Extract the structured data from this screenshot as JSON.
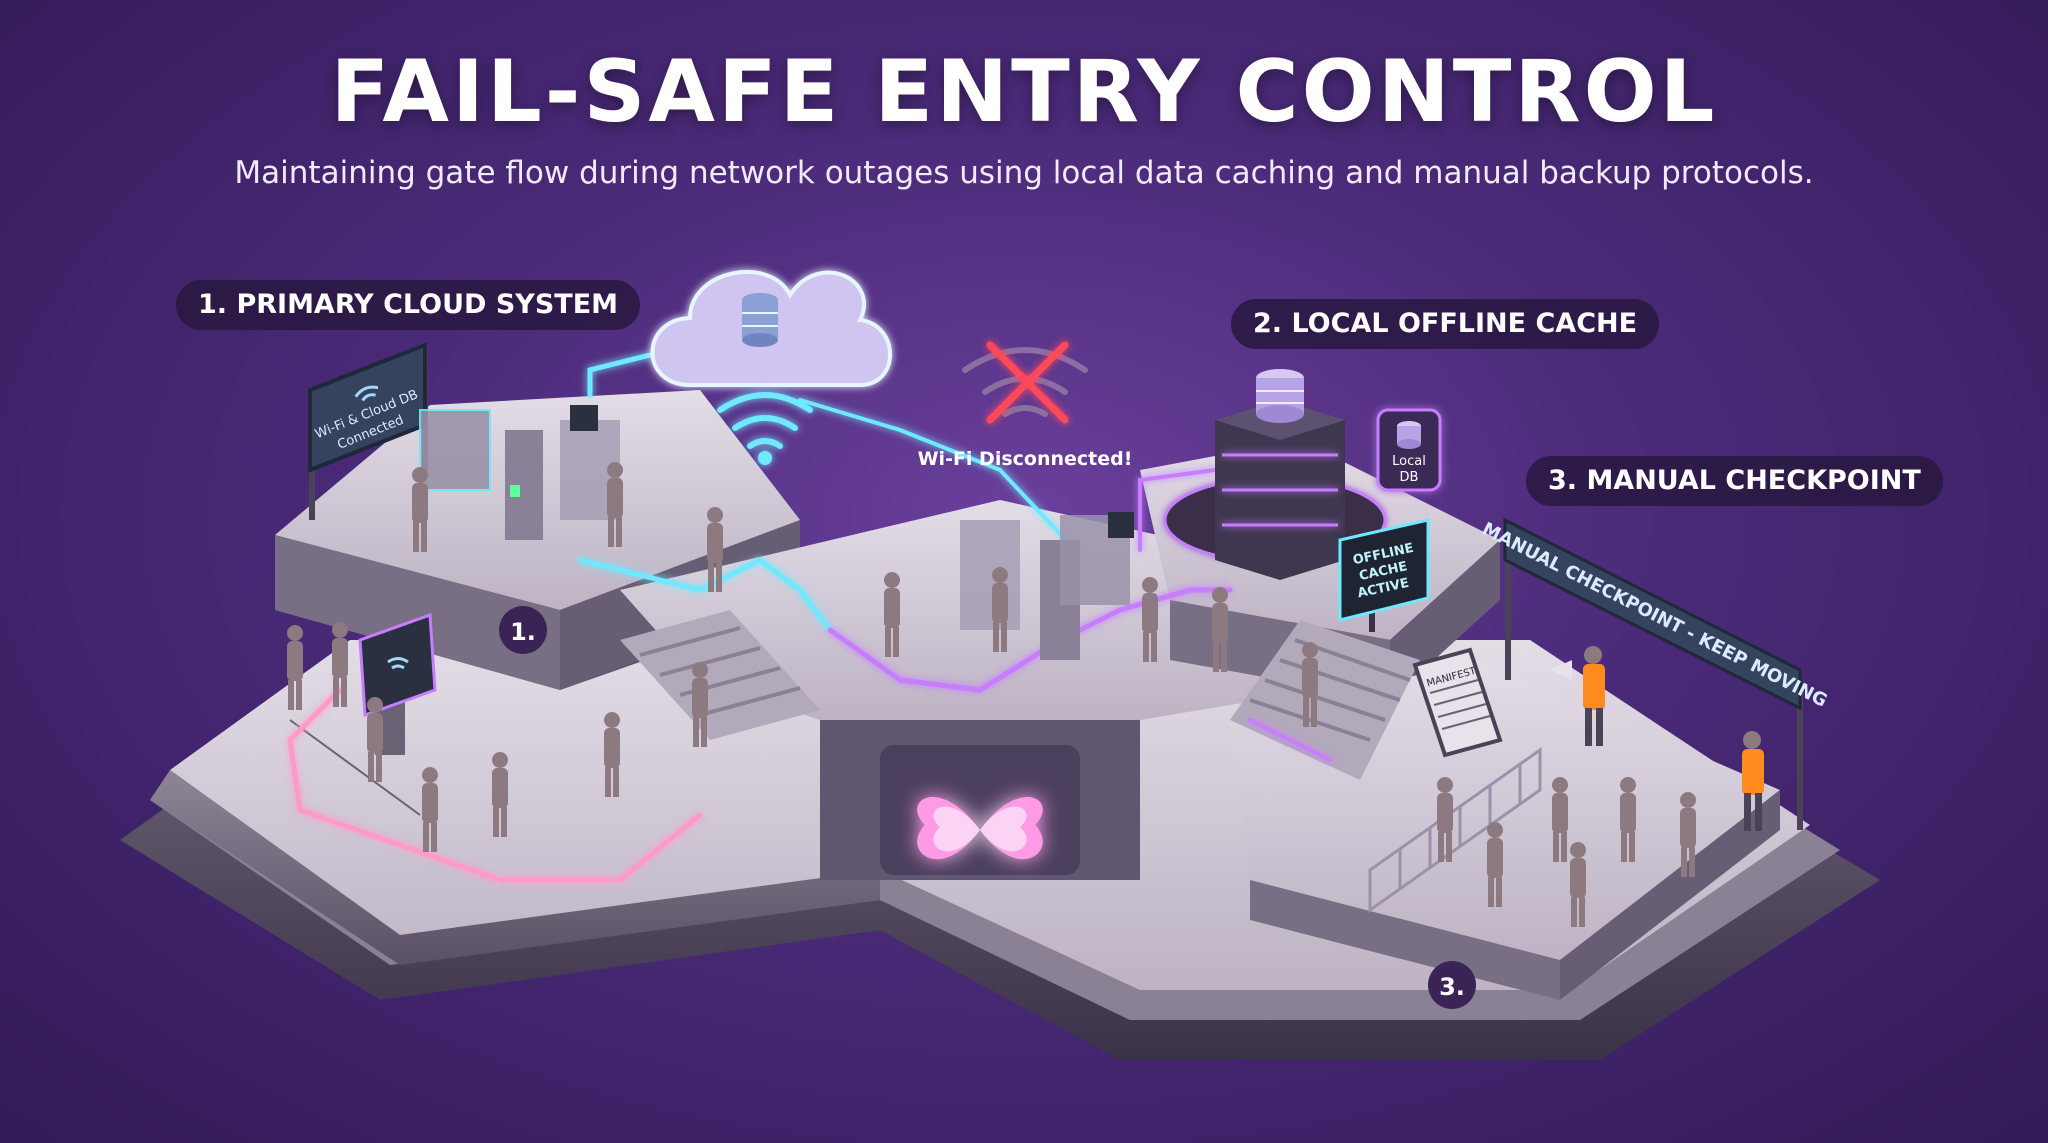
{
  "header": {
    "title": "FAIL-SAFE ENTRY CONTROL",
    "subtitle": "Maintaining gate flow during network outages using local data caching and manual backup protocols."
  },
  "sections": [
    {
      "label": "1. PRIMARY CLOUD SYSTEM"
    },
    {
      "label": "2. LOCAL OFFLINE CACHE"
    },
    {
      "label": "3. MANUAL CHECKPOINT"
    }
  ],
  "cloud_sign": {
    "line1": "Wi-Fi & Cloud DB",
    "line2": "Connected"
  },
  "wifi_status": "Wi-Fi Disconnected!",
  "local_db": {
    "line1": "Local",
    "line2": "DB"
  },
  "offline_monitor": {
    "line1": "OFFLINE",
    "line2": "CACHE",
    "line3": "ACTIVE"
  },
  "manifest_board": "MANIFEST",
  "checkpoint_banner": "MANUAL CHECKPOINT - KEEP MOVING",
  "markers": {
    "one": "1.",
    "three": "3."
  },
  "icons": [
    "cloud-database-icon",
    "wifi-icon",
    "wifi-disconnected-icon",
    "server-rack-icon",
    "database-icon",
    "butterfly-logo-icon",
    "megaphone-icon"
  ],
  "colors": {
    "background": "#4a2a78",
    "platform": "#c9c2cc",
    "cyan_glow": "#6fe8ff",
    "violet_glow": "#c77dff",
    "pink_glow": "#ff9ac8",
    "alert_red": "#ff4a5a",
    "vest_orange": "#ff8a1e"
  }
}
